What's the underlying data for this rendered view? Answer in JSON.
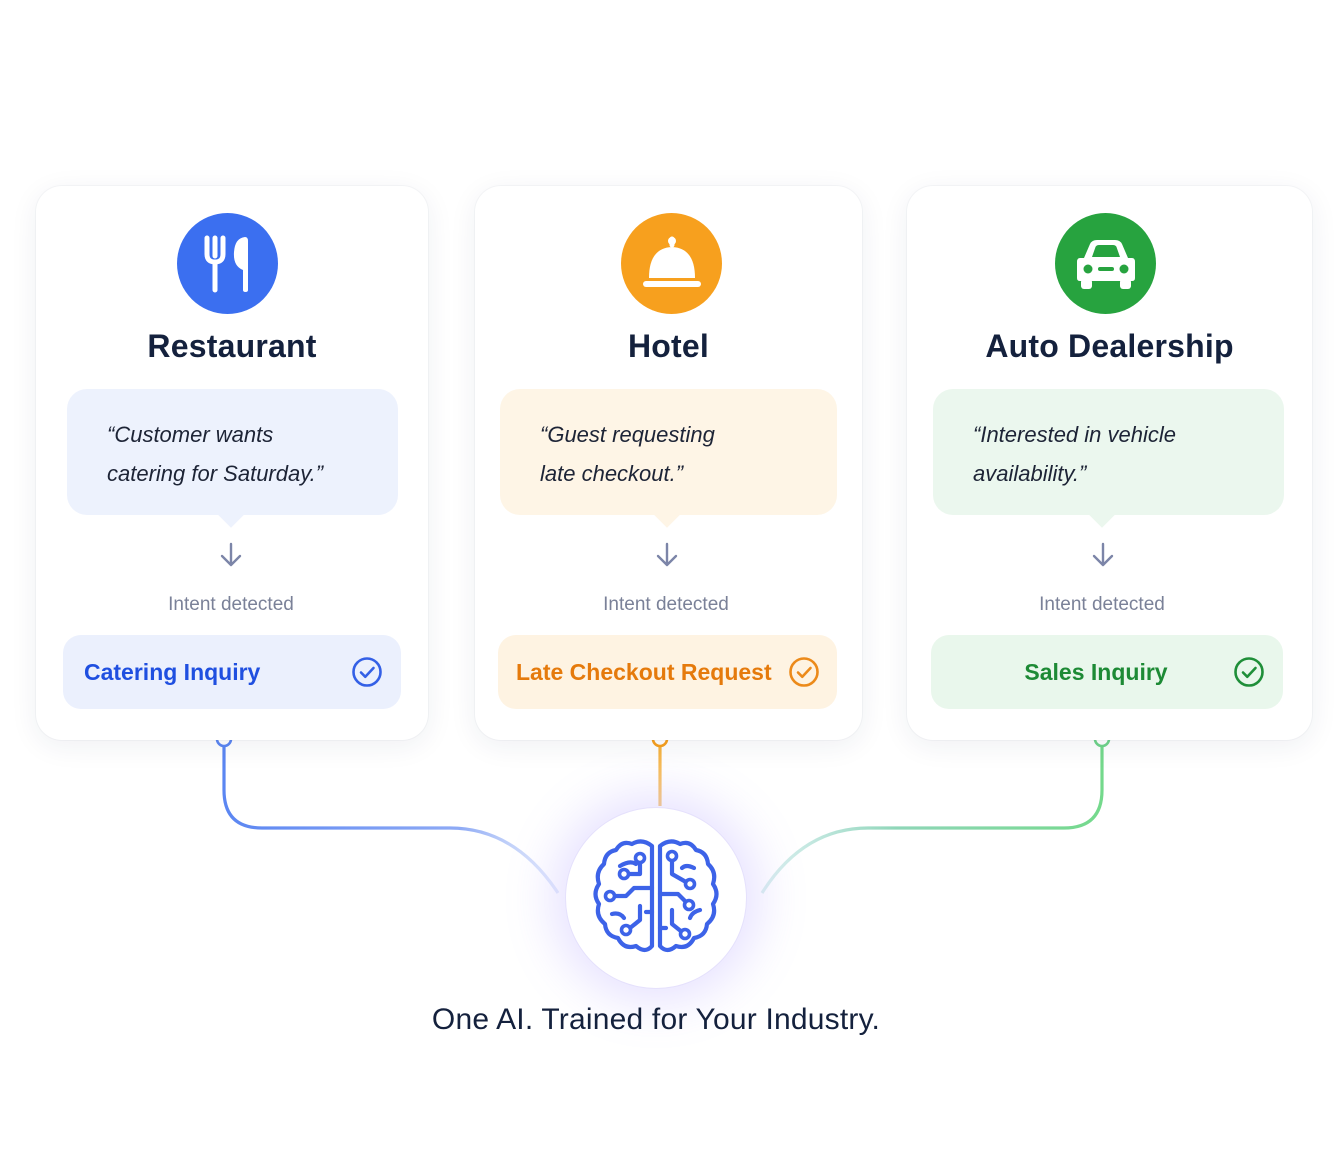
{
  "colors": {
    "restaurant": "#3b6ff0",
    "hotel": "#f7a01e",
    "auto": "#27a33f",
    "brain": "#3d63e8"
  },
  "cards": [
    {
      "id": "restaurant",
      "title": "Restaurant",
      "icon": "fork-knife-icon",
      "quote_line1": "“Customer wants",
      "quote_line2": "catering for Saturday.”",
      "intent_label": "Intent detected",
      "result": "Catering Inquiry"
    },
    {
      "id": "hotel",
      "title": "Hotel",
      "icon": "bell-icon",
      "quote_line1": "“Guest requesting",
      "quote_line2": "late checkout.”",
      "intent_label": "Intent detected",
      "result": "Late Checkout Request"
    },
    {
      "id": "auto",
      "title": "Auto Dealership",
      "icon": "car-icon",
      "quote_line1": "“Interested in vehicle",
      "quote_line2": "availability.”",
      "intent_label": "Intent detected",
      "result": "Sales Inquiry"
    }
  ],
  "center": {
    "icon": "brain-circuit-icon",
    "tagline": "One AI. Trained for Your Industry."
  }
}
